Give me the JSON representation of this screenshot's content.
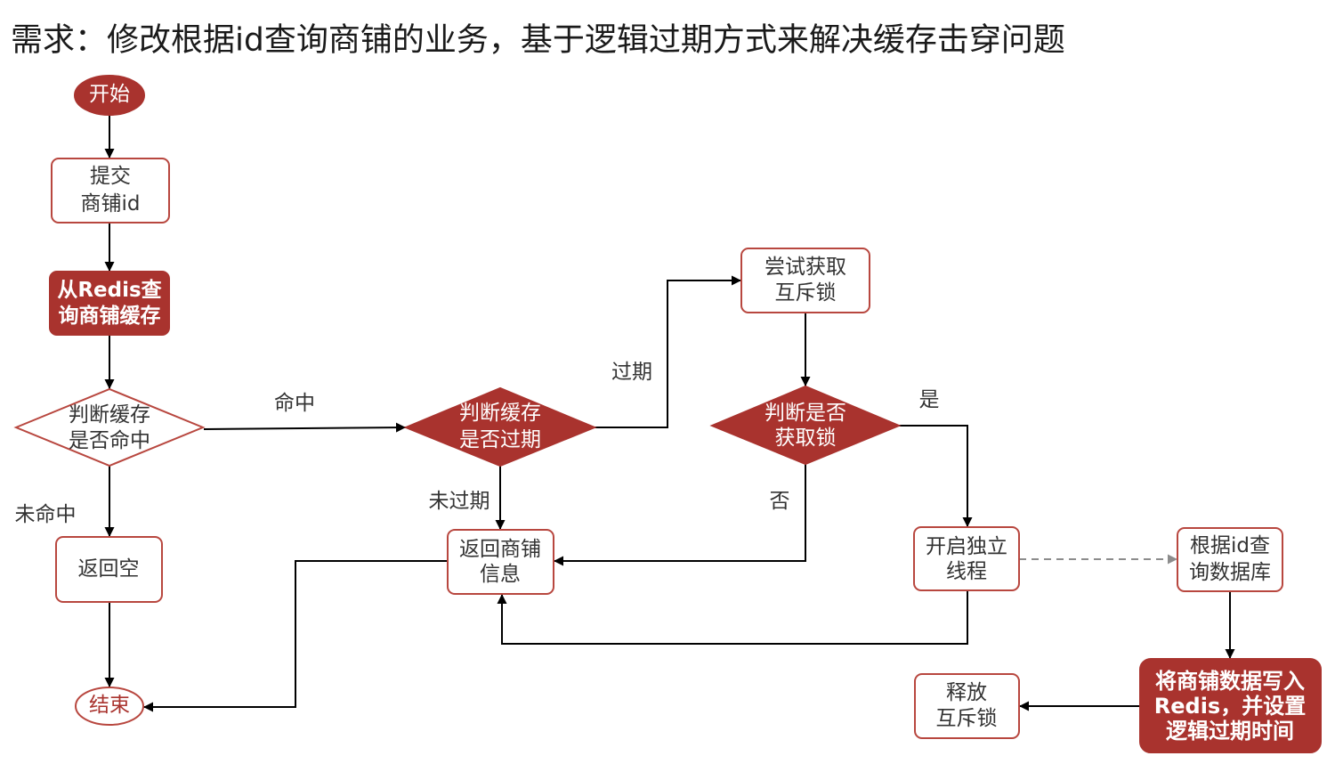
{
  "title": "需求：修改根据id查询商铺的业务，基于逻辑过期方式来解决缓存击穿问题",
  "colors": {
    "accent": "#a9332e",
    "border": "#b8473f",
    "text": "#333333",
    "arrow": "#000000",
    "dashed_arrow": "#8c8c8c"
  },
  "nodes": {
    "start": [
      "开始"
    ],
    "submit_shop_id": [
      "提交",
      "商铺id"
    ],
    "query_redis_cache": [
      "从Redis查",
      "询商铺缓存"
    ],
    "check_cache_hit": [
      "判断缓存",
      "是否命中"
    ],
    "return_empty": [
      "返回空"
    ],
    "end": [
      "结束"
    ],
    "check_expired": [
      "判断缓存",
      "是否过期"
    ],
    "return_shop_info": [
      "返回商铺",
      "信息"
    ],
    "try_acquire_lock": [
      "尝试获取",
      "互斥锁"
    ],
    "check_lock_acquired": [
      "判断是否",
      "获取锁"
    ],
    "start_new_thread": [
      "开启独立",
      "线程"
    ],
    "query_database": [
      "根据id查",
      "询数据库"
    ],
    "write_to_redis": [
      "将商铺数据写入",
      "Redis，并设置",
      "逻辑过期时间"
    ],
    "release_lock": [
      "释放",
      "互斥锁"
    ]
  },
  "edge_labels": {
    "hit": "命中",
    "miss": "未命中",
    "expired": "过期",
    "not_expired": "未过期",
    "yes": "是",
    "no": "否"
  }
}
